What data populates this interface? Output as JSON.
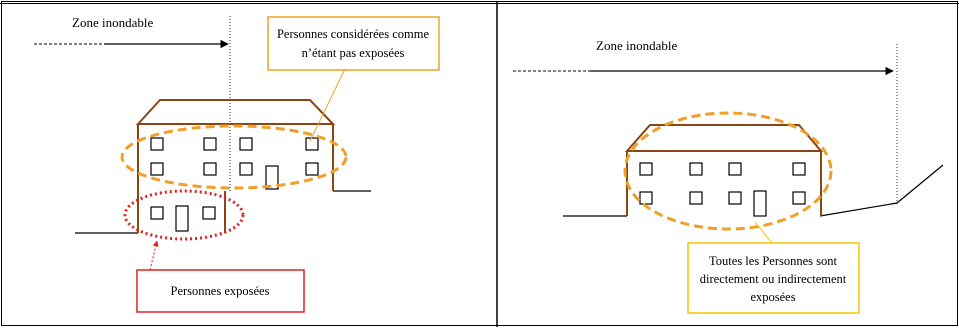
{
  "left_panel": {
    "zone_label": "Zone inondable",
    "callout_not_exposed": [
      "Personnes considérées comme",
      "n’étant pas exposées"
    ],
    "callout_exposed": "Personnes exposées"
  },
  "right_panel": {
    "zone_label": "Zone inondable",
    "callout_all_exposed": [
      "Toutes les Personnes sont",
      "directement ou indirectement",
      "exposées"
    ]
  },
  "colors": {
    "building": "#8b4513",
    "highlight_orange": "#f0a02a",
    "highlight_red": "#e02020",
    "callout_yellow": "#f5c400",
    "frame": "#000000"
  }
}
